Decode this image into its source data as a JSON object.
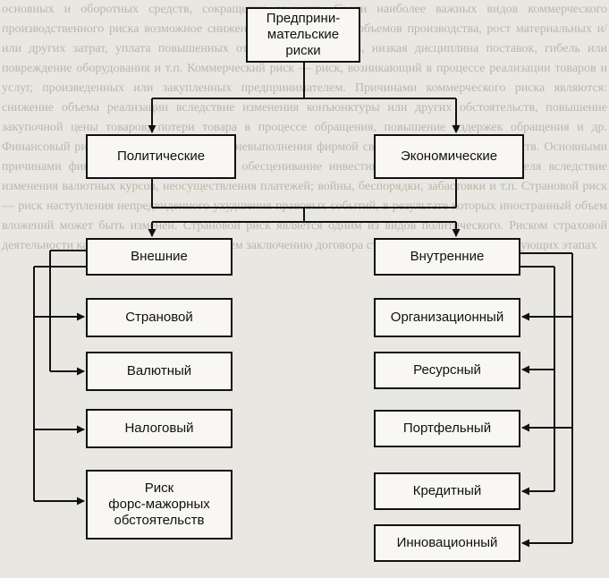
{
  "diagram": {
    "root": "Предприни-\nмательские\nриски",
    "level1": {
      "political": "Политические",
      "economic": "Экономические"
    },
    "political_group": {
      "head": "Внешние",
      "items": [
        "Страновой",
        "Валютный",
        "Налоговый",
        "Риск\nфорс-мажорных\nобстоятельств"
      ]
    },
    "economic_group": {
      "head": "Внутренние",
      "items": [
        "Организационный",
        "Ресурсный",
        "Портфельный",
        "Кредитный",
        "Инновационный"
      ]
    }
  },
  "background_text": "основных и оборотных средств, сокращения времени. Среди наиболее важных видов коммерческого производственного риска возможное снижение предполагаемых объемов производства, рост материальных и/или других затрат, уплата повышенных отчислений и налогов, низкая дисциплина поставок, гибель или повреждение оборудования и т.п. Коммерческий риск — риск, возникающий в процессе реализации товаров и услуг, произведенных или закупленных предпринимателем. Причинами коммерческого риска являются: снижение объема реализации вследствие изменения конъюнктуры или других обстоятельств, повышение закупочной цены товаров, потери товара в процессе обращения, повышение издержек обращения и др. Финансовый риск связан с возможностью невыполнения фирмой своих финансовых обязательств. Основными причинами финансового риска являются: обесценивание инвестиционно-финансового портфеля вследствие изменения валютных курсов, неосуществления платежей; войны, беспорядки, забастовки и т.п. Страновой риск — риск наступления непредвиденного ухудшения правовых событий, в результате которых иностранный объем вложений может быть изменен. Страновой риск является одним из видов политического. Риском страховой деятельности как на этапе, предшествующем заключению договора страхования, так и на последующих этапах"
}
